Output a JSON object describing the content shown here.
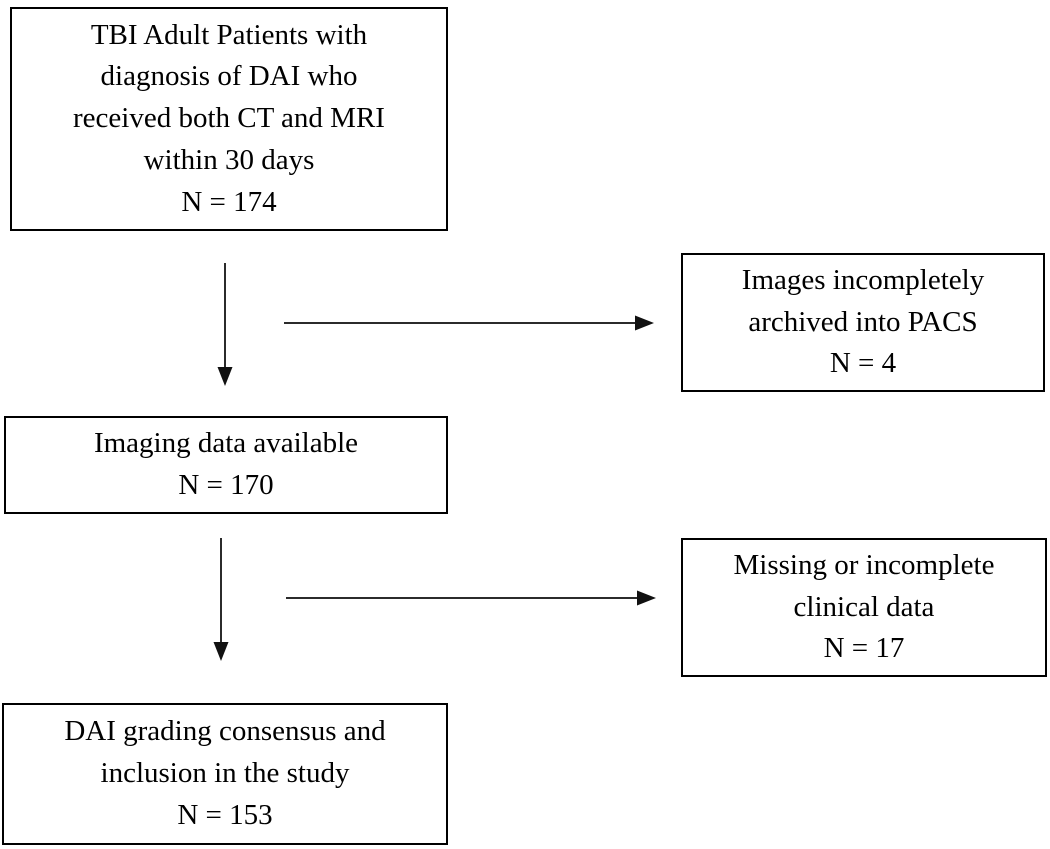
{
  "colors": {
    "box_border": "#000000",
    "box_background": "#ffffff",
    "text": "#000000",
    "arrow_line": "#2b2b2b",
    "arrow_head": "#111111"
  },
  "flowchart": {
    "nodes": [
      {
        "id": "start",
        "lines": [
          "TBI Adult Patients with",
          "diagnosis of DAI who",
          "received both CT and MRI",
          "within 30 days",
          "N = 174"
        ],
        "n_value": 174
      },
      {
        "id": "pacs-exclusion",
        "lines": [
          "Images incompletely",
          "archived into PACS",
          "N = 4"
        ],
        "n_value": 4
      },
      {
        "id": "imaging-available",
        "lines": [
          "Imaging data available",
          "N = 170"
        ],
        "n_value": 170
      },
      {
        "id": "clinical-exclusion",
        "lines": [
          "Missing or incomplete",
          "clinical data",
          "N = 17"
        ],
        "n_value": 17
      },
      {
        "id": "final-inclusion",
        "lines": [
          "DAI grading consensus and",
          "inclusion in the study",
          "N = 153"
        ],
        "n_value": 153
      }
    ],
    "edges": [
      {
        "from": "start",
        "to": "imaging-available",
        "direction": "down"
      },
      {
        "from": "start-to-imaging line",
        "to": "pacs-exclusion",
        "direction": "right"
      },
      {
        "from": "imaging-available",
        "to": "final-inclusion",
        "direction": "down"
      },
      {
        "from": "imaging-to-final line",
        "to": "clinical-exclusion",
        "direction": "right"
      }
    ]
  }
}
